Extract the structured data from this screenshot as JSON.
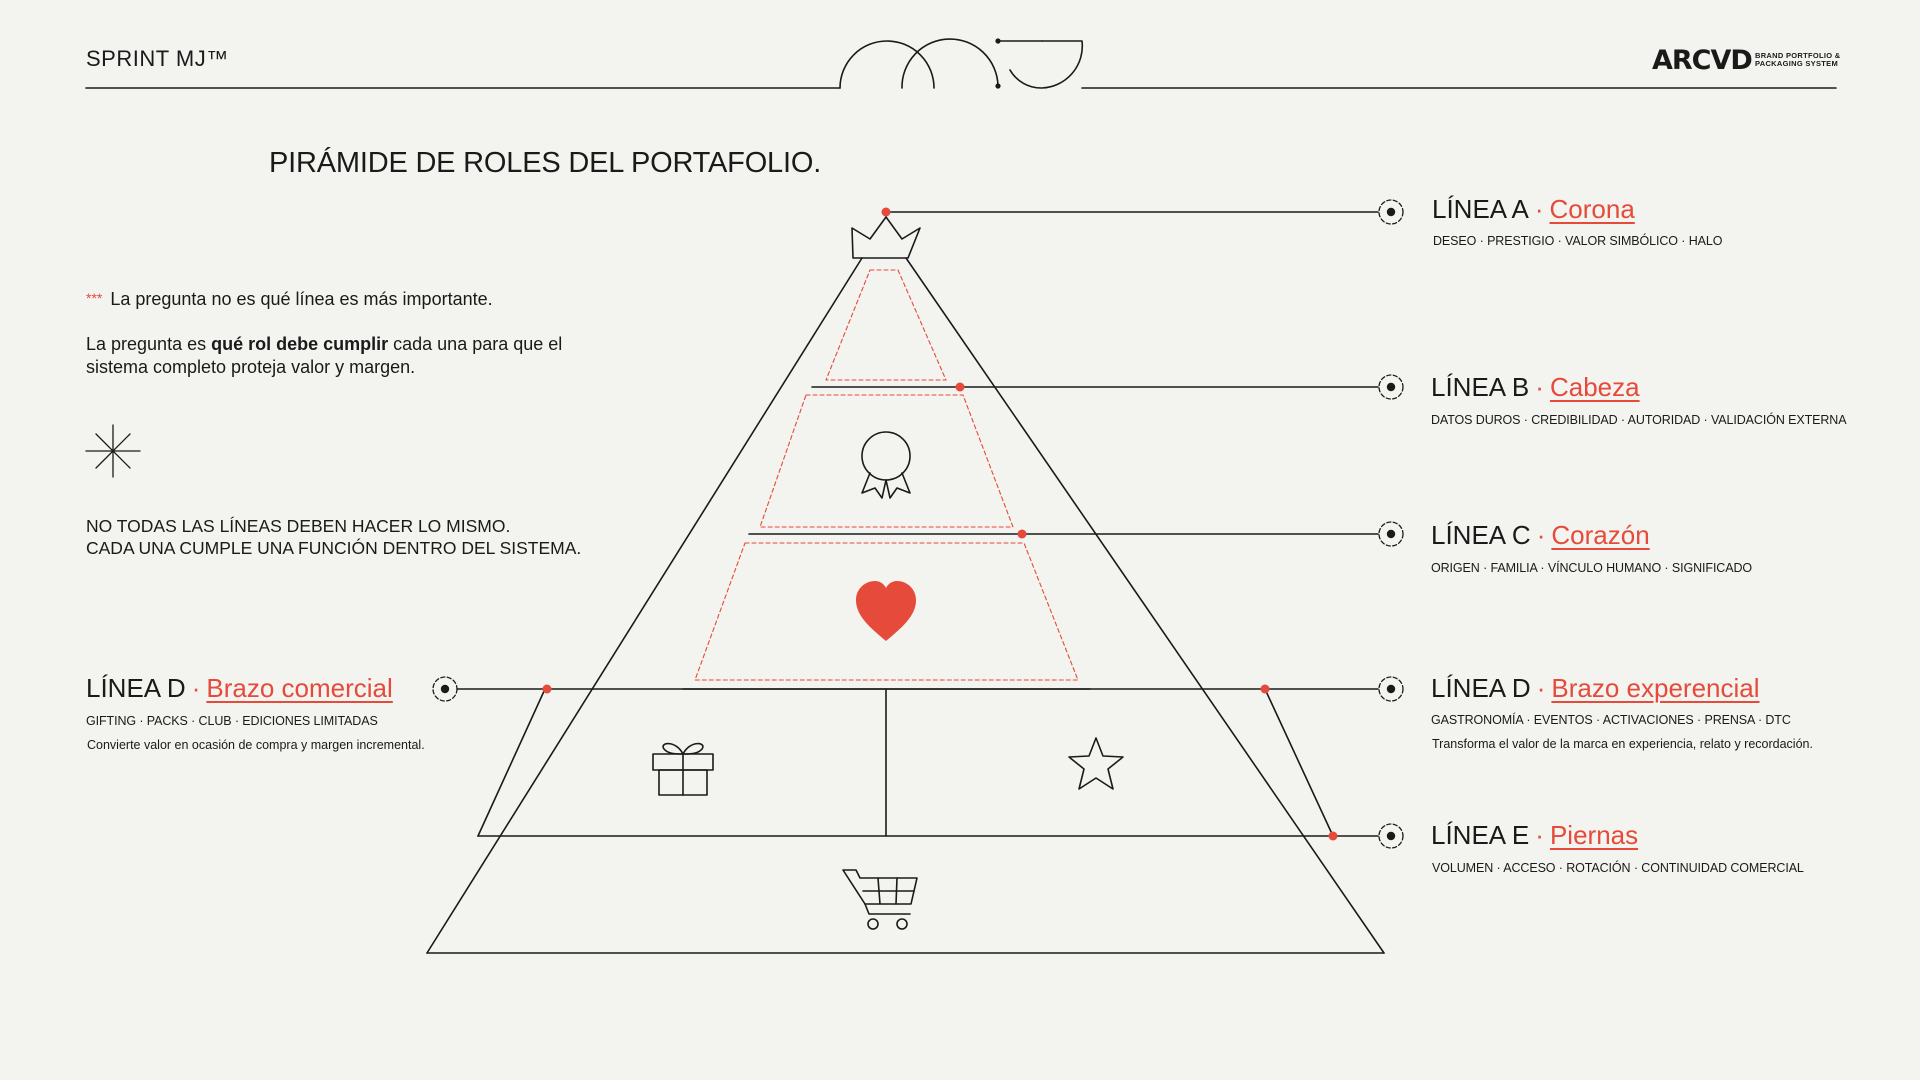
{
  "header": {
    "brand": "SPRINT MJ™",
    "logo": "ARCVD",
    "logo_tagline": "BRAND PORTFOLIO & PACKAGING SYSTEM"
  },
  "title": "PIRÁMIDE DE ROLES DEL PORTAFOLIO.",
  "intro": {
    "stars": "***",
    "question_1": "La pregunta no es qué línea es más importante.",
    "question_2_pre": "La pregunta es ",
    "question_2_bold": "qué rol debe cumplir",
    "question_2_post": " cada una para que el sistema completo proteja valor y margen."
  },
  "statement": {
    "line_1": "NO TODAS LAS LÍNEAS DEBEN HACER LO MISMO.",
    "line_2": "CADA UNA CUMPLE UNA FUNCIÓN DENTRO DEL SISTEMA."
  },
  "lines": {
    "a": {
      "prefix": "LÍNEA A",
      "sep": "·",
      "role": "Corona",
      "keywords": "DESEO · PRESTIGIO · VALOR SIMBÓLICO · HALO"
    },
    "b": {
      "prefix": "LÍNEA B",
      "sep": "·",
      "role": "Cabeza",
      "keywords": "DATOS DUROS · CREDIBILIDAD · AUTORIDAD · VALIDACIÓN EXTERNA"
    },
    "c": {
      "prefix": "LÍNEA C",
      "sep": "·",
      "role": "Corazón",
      "keywords": "ORIGEN · FAMILIA · VÍNCULO HUMANO · SIGNIFICADO"
    },
    "d_left": {
      "prefix": "LÍNEA D",
      "sep": "·",
      "role": "Brazo comercial",
      "keywords": "GIFTING · PACKS · CLUB · EDICIONES LIMITADAS",
      "description": "Convierte valor en ocasión de compra y margen incremental."
    },
    "d_right": {
      "prefix": "LÍNEA D",
      "sep": "·",
      "role": "Brazo experencial",
      "keywords": "GASTRONOMÍA · EVENTOS · ACTIVACIONES · PRENSA · DTC",
      "description": "Transforma el valor de la marca en experiencia, relato y recordación."
    },
    "e": {
      "prefix": "LÍNEA E",
      "sep": "·",
      "role": "Piernas",
      "keywords": "VOLUMEN · ACCESO · ROTACIÓN · CONTINUIDAD COMERCIAL"
    }
  },
  "icons": [
    "crown-icon",
    "award-ribbon-icon",
    "heart-icon",
    "gift-icon",
    "star-icon",
    "shopping-cart-icon",
    "sparkle-icon"
  ],
  "colors": {
    "background": "#f3f3ef",
    "ink": "#1a1a1a",
    "accent": "#e64a3a"
  }
}
